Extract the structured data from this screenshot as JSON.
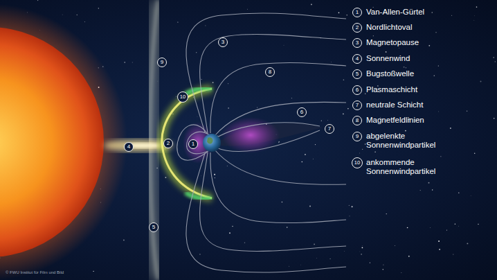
{
  "diagram": {
    "labels": [
      "9",
      "3",
      "8",
      "10",
      "6",
      "7",
      "4",
      "2",
      "1",
      "5",
      "1",
      "Van-Allen-Gürtel",
      "2",
      "Nordlichtoval",
      "3",
      "Magnetopause",
      "4",
      "Sonnenwind",
      "5",
      "Bugstoßwelle",
      "6",
      "Plasmaschicht",
      "7",
      "neutrale Schicht",
      "8",
      "Magnetfeldlinien",
      "9",
      "abgelenkte Sonnenwindpartikel",
      "10",
      "ankommende Sonnenwindpartikel",
      "© FWU Institut für Film und Bild"
    ]
  }
}
